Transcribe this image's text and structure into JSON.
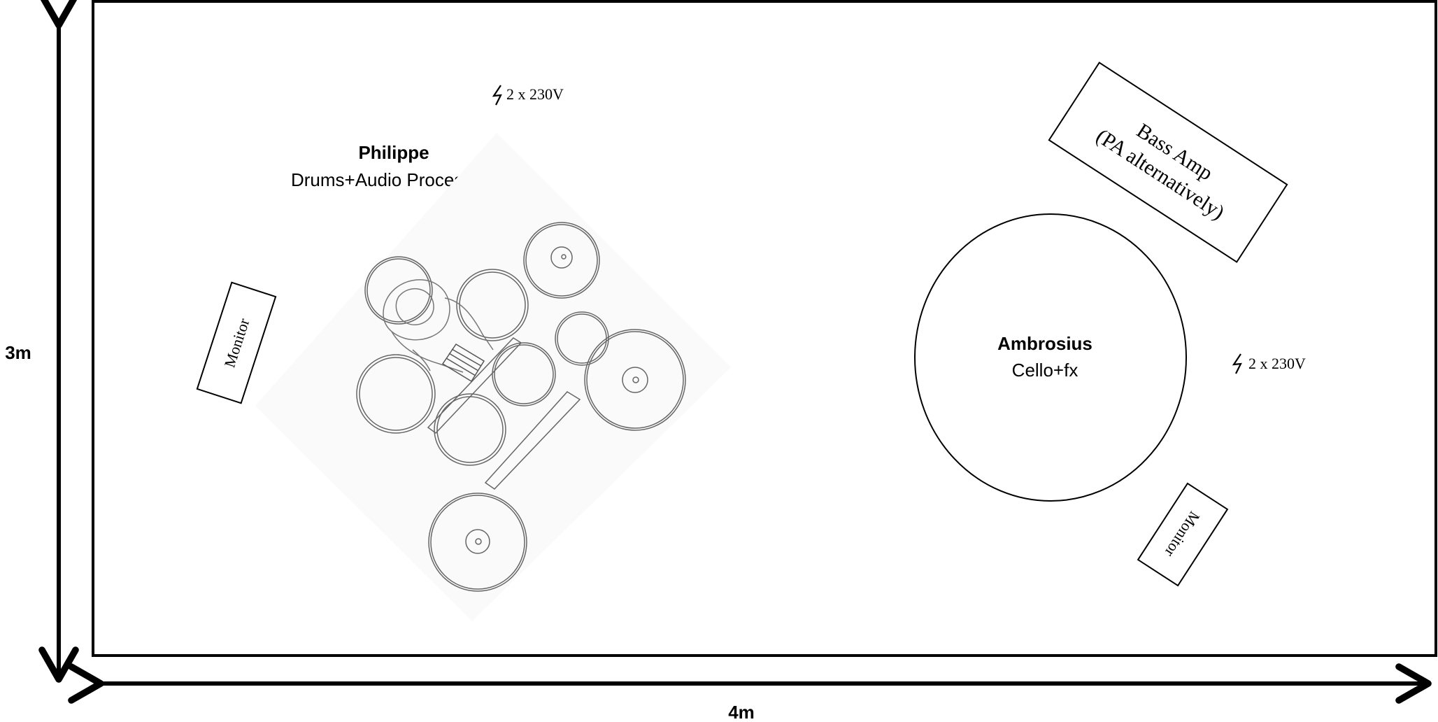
{
  "dimensions": {
    "height_label": "3m",
    "width_label": "4m"
  },
  "drummer": {
    "name": "Philippe",
    "role": "Drums+Audio Processing"
  },
  "cellist": {
    "name": "Ambrosius",
    "role": "Cello+fx"
  },
  "power_left": {
    "icon": "lightning-bolt-icon",
    "label": "2 x 230V"
  },
  "power_right": {
    "icon": "lightning-bolt-icon",
    "label": "2 x 230V"
  },
  "monitor_left": {
    "label": "Monitor"
  },
  "monitor_right": {
    "label": "Monitor"
  },
  "bass_amp": {
    "line1": "Bass Amp",
    "line2": "(PA alternatively)"
  },
  "colors": {
    "outline": "#000000",
    "drawing": "#555555",
    "background": "#ffffff"
  }
}
